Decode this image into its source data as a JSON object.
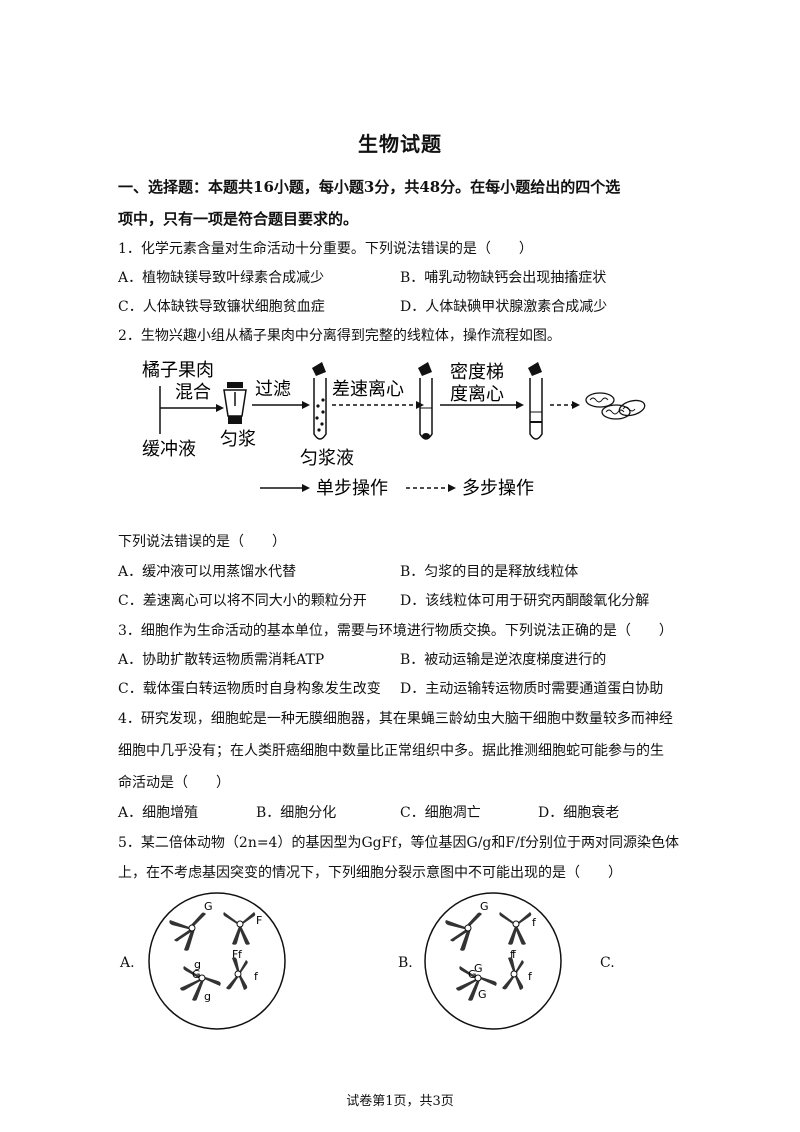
{
  "title": "生物试题",
  "section1": {
    "line1": "一、选择题：本题共16小题，每小题3分，共48分。在每小题给出的四个选",
    "line2": "项中，只有一项是符合题目要求的。"
  },
  "q1": {
    "stem": "1．化学元素含量对生命活动十分重要。下列说法错误的是（　　）",
    "A": "A．植物缺镁导致叶绿素合成减少",
    "B": "B．哺乳动物缺钙会出现抽搐症状",
    "C": "C．人体缺铁导致镰状细胞贫血症",
    "D": "D．人体缺碘甲状腺激素合成减少"
  },
  "q2": {
    "stem": "2．生物兴趣小组从橘子果肉中分离得到完整的线粒体，操作流程如图。",
    "diagram": {
      "orange_pulp": "橘子果肉",
      "mix": "混合",
      "buffer": "缓冲液",
      "homogenize": "匀浆",
      "filter": "过滤",
      "homogenate": "匀浆液",
      "diff_centrifuge": "差速离心",
      "density_line1": "密度梯",
      "density_line2": "度离心",
      "legend_single": "单步操作",
      "legend_multi": "多步操作"
    },
    "sub_stem": "下列说法错误的是（　　）",
    "A": "A．缓冲液可以用蒸馏水代替",
    "B": "B．匀浆的目的是释放线粒体",
    "C": "C．差速离心可以将不同大小的颗粒分开",
    "D": "D．该线粒体可用于研究丙酮酸氧化分解"
  },
  "q3": {
    "stem": "3．细胞作为生命活动的基本单位，需要与环境进行物质交换。下列说法正确的是（　　）",
    "A": "A．协助扩散转运物质需消耗ATP",
    "B": "B．被动运输是逆浓度梯度进行的",
    "C": "C．载体蛋白转运物质时自身构象发生改变",
    "D": "D．主动运输转运物质时需要通道蛋白协助"
  },
  "q4": {
    "line1": "4．研究发现，细胞蛇是一种无膜细胞器，其在果蝇三龄幼虫大脑干细胞中数量较多而神经",
    "line2": "细胞中几乎没有；在人类肝癌细胞中数量比正常组织中多。据此推测细胞蛇可能参与的生",
    "line3": "命活动是（　　）",
    "A": "A．细胞增殖",
    "B": "B．细胞分化",
    "C": "C．细胞凋亡",
    "D": "D．细胞衰老"
  },
  "q5": {
    "line1": "5．某二倍体动物（2n=4）的基因型为GgFf，等位基因G/g和F/f分别位于两对同源染色体",
    "line2": "上，在不考虑基因突变的情况下，下列细胞分裂示意图中不可能出现的是（　　）",
    "A_label": "A.",
    "B_label": "B.",
    "C_label": "C.",
    "cellA": {
      "tl": [
        "G",
        "g"
      ],
      "tr": [
        "F",
        "F"
      ],
      "bl": [
        "G",
        "g"
      ],
      "br": [
        "f",
        "f"
      ]
    },
    "cellB": {
      "tl": [
        "G",
        "G"
      ],
      "tr": [
        "f",
        "f"
      ],
      "bl": [
        "G",
        "G"
      ],
      "br": [
        "f",
        "f"
      ]
    }
  },
  "footer": "试卷第1页，共3页"
}
